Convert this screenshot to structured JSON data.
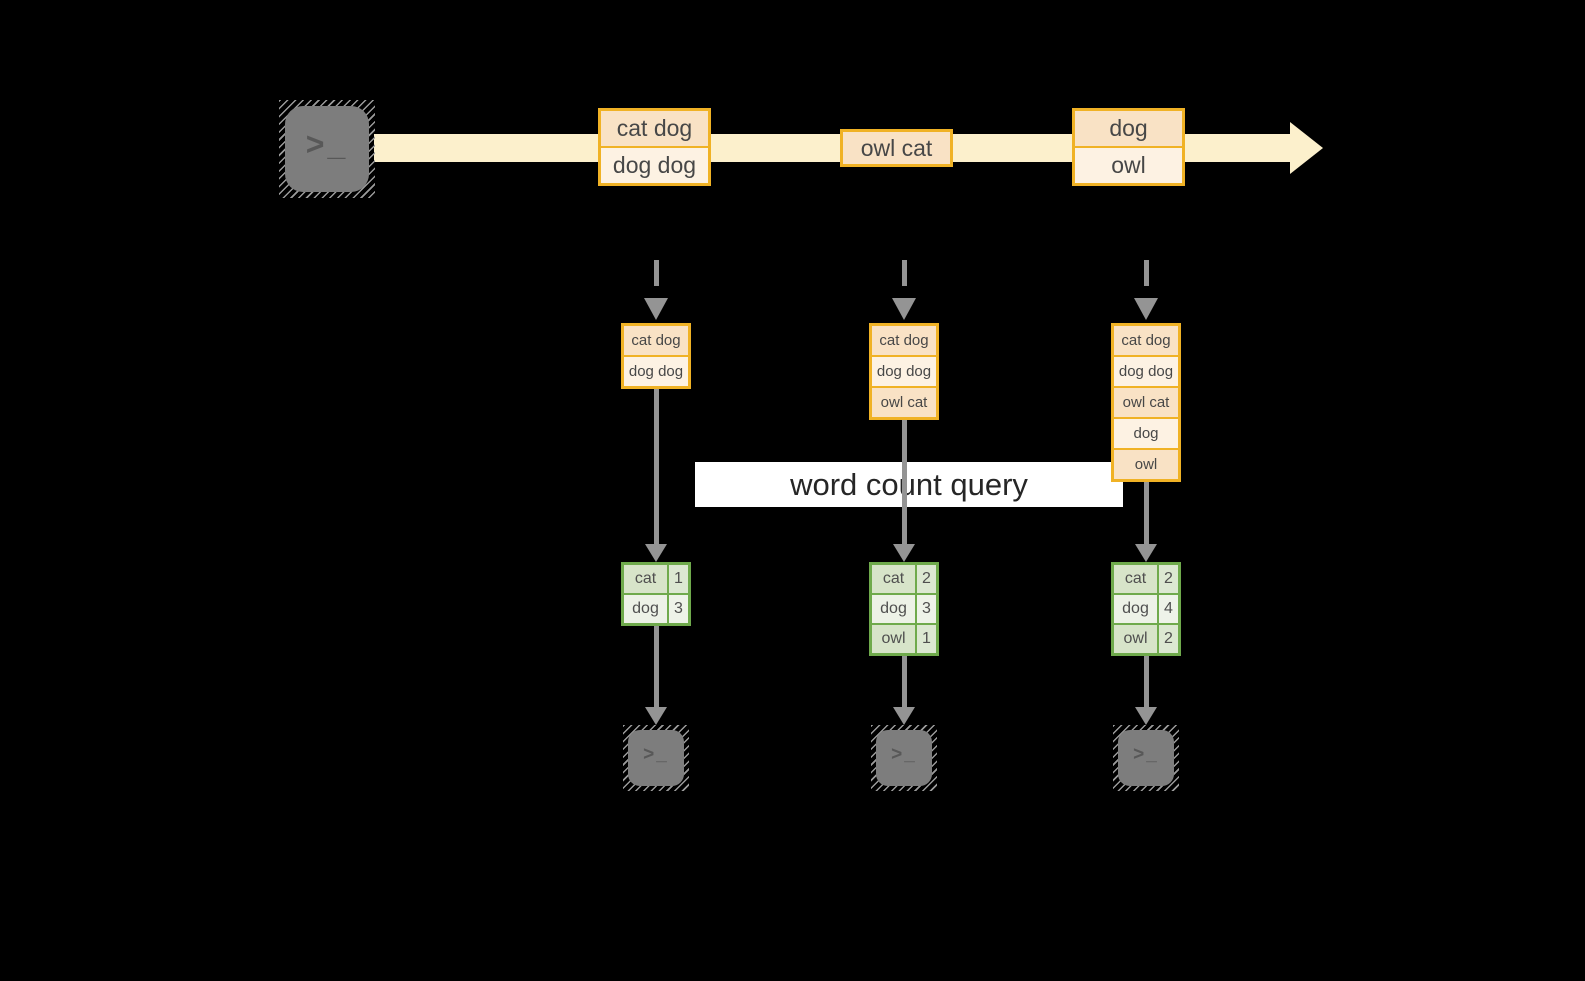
{
  "banner": {
    "label": "word count query"
  },
  "stream": {
    "batches": [
      {
        "rows": [
          "cat dog",
          "dog dog"
        ]
      },
      {
        "rows": [
          "owl cat"
        ]
      },
      {
        "rows": [
          "dog",
          "owl"
        ]
      }
    ]
  },
  "columns": [
    {
      "accumulated": [
        "cat dog",
        "dog dog"
      ],
      "counts": [
        {
          "word": "cat",
          "count": "1"
        },
        {
          "word": "dog",
          "count": "3"
        }
      ]
    },
    {
      "accumulated": [
        "cat dog",
        "dog dog",
        "owl cat"
      ],
      "counts": [
        {
          "word": "cat",
          "count": "2"
        },
        {
          "word": "dog",
          "count": "3"
        },
        {
          "word": "owl",
          "count": "1"
        }
      ]
    },
    {
      "accumulated": [
        "cat dog",
        "dog dog",
        "owl cat",
        "dog",
        "owl"
      ],
      "counts": [
        {
          "word": "cat",
          "count": "2"
        },
        {
          "word": "dog",
          "count": "4"
        },
        {
          "word": "owl",
          "count": "2"
        }
      ]
    }
  ],
  "icons": {
    "terminal_prompt": ">_"
  },
  "colors": {
    "background": "#000000",
    "accent_orange": "#f0b225",
    "row_peach": "#f9e2c5",
    "row_cream": "#fdf2e3",
    "stream_band": "#fcf0cc",
    "table_green": "#6faa4c",
    "cell_green_dark": "#d7e4c9",
    "cell_green_light": "#edf2e7",
    "arrow_gray": "#949494",
    "terminal_gray": "#7d7d7d"
  }
}
